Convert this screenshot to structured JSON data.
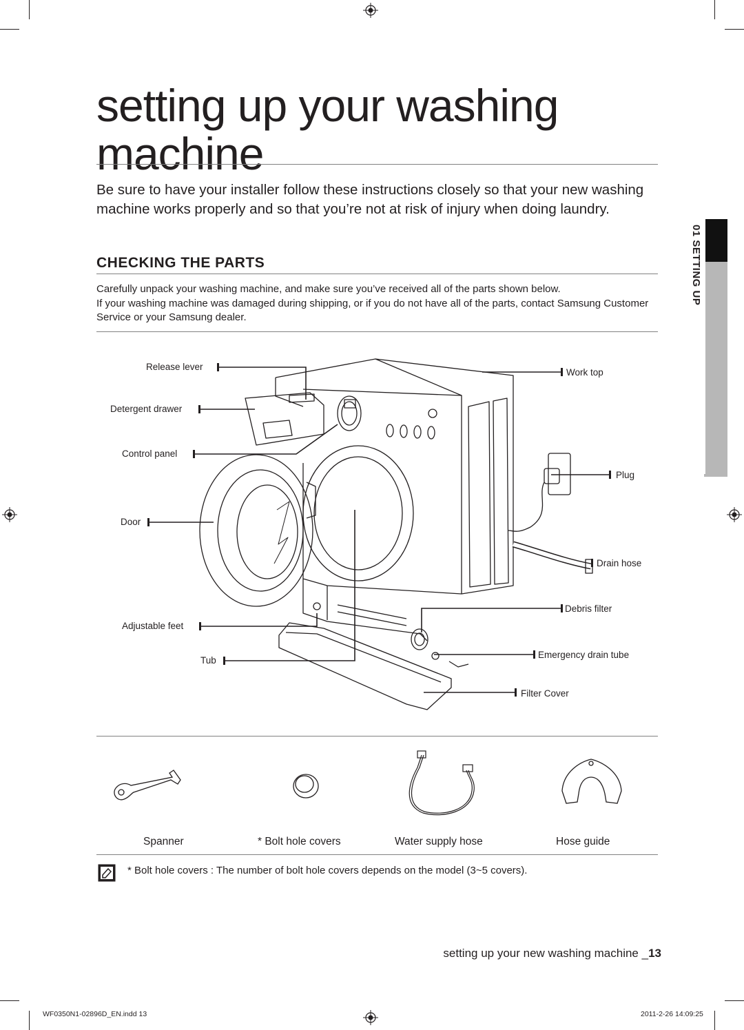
{
  "page": {
    "title": "setting up your washing machine",
    "intro": "Be sure to have your installer follow these instructions closely so that your new washing machine works properly and so that you’re not at risk of injury when doing laundry.",
    "section_heading": "CHECKING THE PARTS",
    "section_body_1": "Carefully unpack your washing machine, and make sure you’ve received all of the parts shown below.",
    "section_body_2": "If your washing machine was damaged during shipping, or if you do not have all of the parts, contact Samsung Customer Service or your Samsung dealer.",
    "side_tab": "01 SETTING UP"
  },
  "diagram": {
    "labels_left": [
      "Release lever",
      "Detergent drawer",
      "Control panel",
      "Door",
      "Adjustable feet",
      "Tub"
    ],
    "labels_right": [
      "Work top",
      "Plug",
      "Drain hose",
      "Debris filter",
      "Emergency drain tube",
      "Filter Cover"
    ]
  },
  "accessories": [
    {
      "label": "Spanner",
      "icon": "spanner-icon"
    },
    {
      "label": "* Bolt hole covers",
      "icon": "bolt-hole-cover-icon"
    },
    {
      "label": "Water supply hose",
      "icon": "water-supply-hose-icon"
    },
    {
      "label": "Hose guide",
      "icon": "hose-guide-icon"
    }
  ],
  "note": {
    "icon": "note-icon",
    "term": "* Bolt hole covers :",
    "text": " The number of bolt hole covers depends on the model (3~5 covers)."
  },
  "footer": {
    "running_title": "setting up your new washing machine _",
    "page_number": "13",
    "file_slug": "WF0350N1-02896D_EN.indd   13",
    "date_slug": "2011-2-26   14:09:25"
  },
  "colors": {
    "text": "#231f20",
    "tab_dark": "#111111",
    "tab_grey": "#b7b7b7"
  }
}
